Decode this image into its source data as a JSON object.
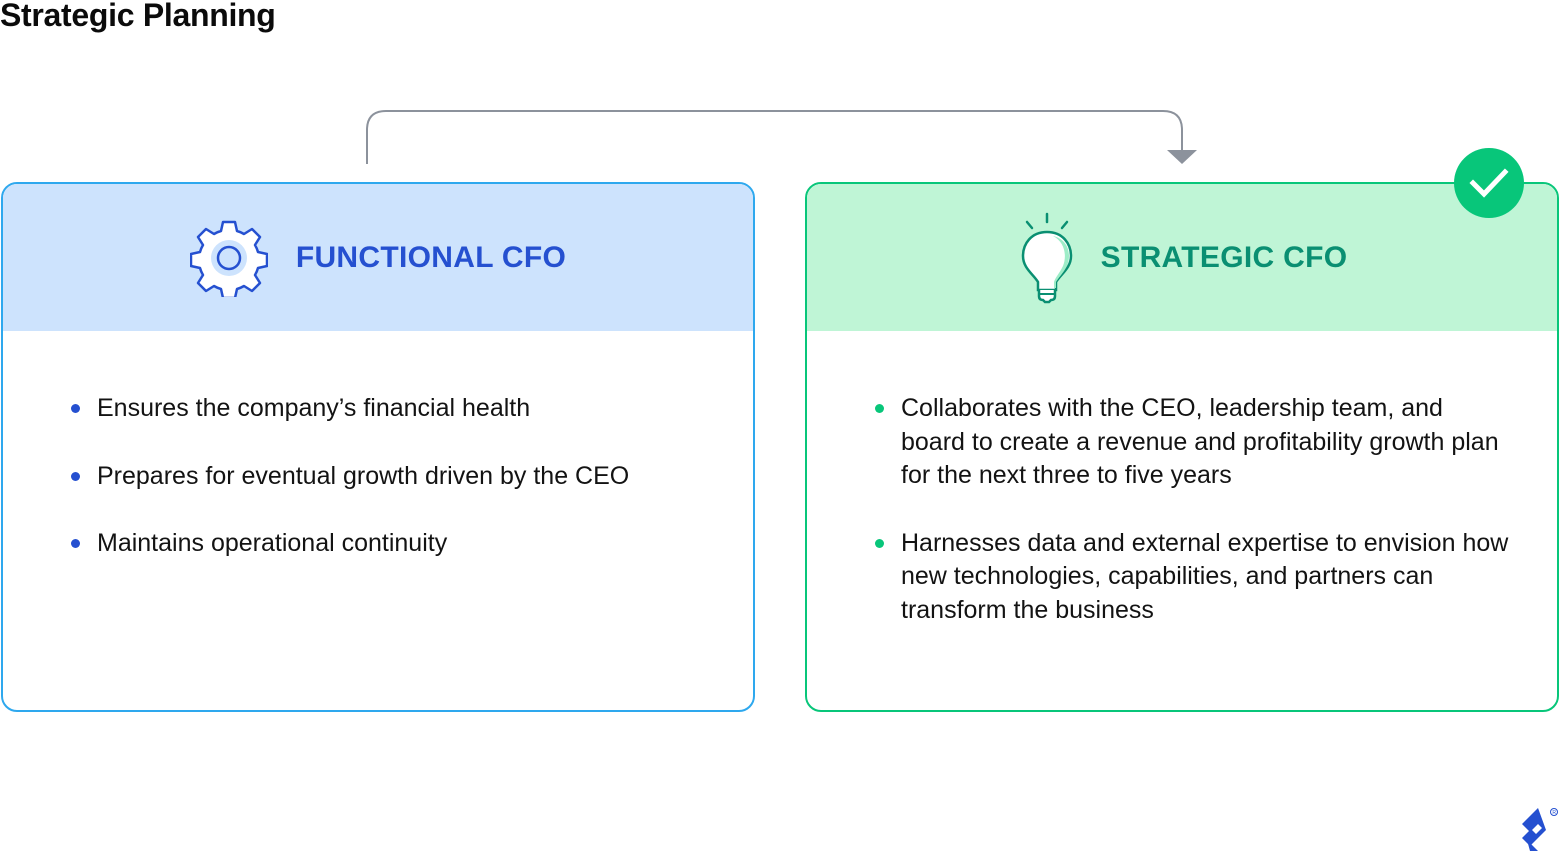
{
  "title": "Strategic Planning",
  "colors": {
    "functional_border": "#2ea8ee",
    "functional_header_bg": "#cde3fd",
    "functional_accent": "#2550d0",
    "strategic_border": "#08c67a",
    "strategic_header_bg": "#bff5d6",
    "strategic_accent": "#0a8f72",
    "connector": "#8c929c",
    "check_badge": "#08c67a"
  },
  "connector": {
    "from": "Functional CFO",
    "to": "Strategic CFO",
    "icon": "arrow-down-icon"
  },
  "cards": {
    "functional": {
      "icon": "gear-icon",
      "title": "FUNCTIONAL CFO",
      "items": [
        "Ensures the company’s financial health",
        "Prepares for eventual growth driven by the CEO",
        "Maintains operational continuity"
      ]
    },
    "strategic": {
      "icon": "lightbulb-icon",
      "badge": "check-icon",
      "title": "STRATEGIC CFO",
      "items": [
        "Collaborates with the CEO, leadership team, and board to create a revenue and profitability growth plan for the next three to five years",
        "Harnesses data and external expertise to envision how new technologies, capabilities, and partners can transform the business"
      ]
    }
  },
  "logo": "toptal-logo-icon"
}
